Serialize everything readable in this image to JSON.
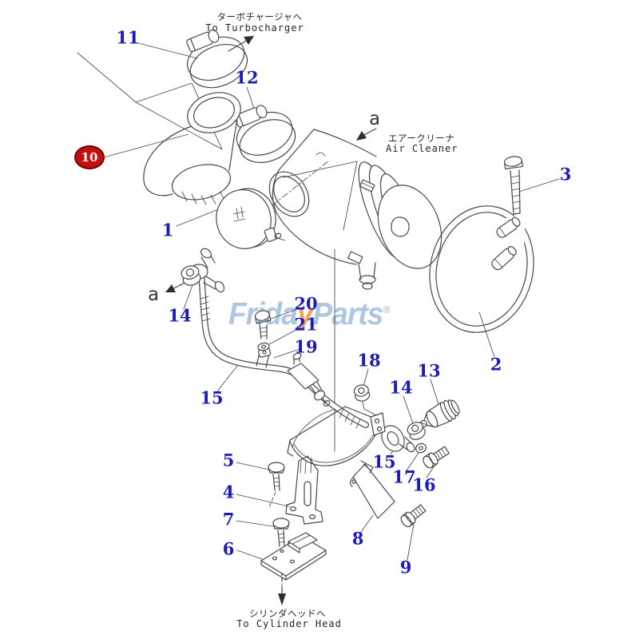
{
  "diagram": {
    "title": "Air cleaner assembly exploded parts diagram",
    "annotations": {
      "to_turbocharger_jp": "ターボチャージャへ",
      "to_turbocharger_en": "To Turbocharger",
      "air_cleaner_jp": "エアークリーナ",
      "air_cleaner_en": "Air Cleaner",
      "to_cylinder_head_jp": "シリンダヘッドへ",
      "to_cylinder_head_en": "To Cylinder Head",
      "view_a_top": "a",
      "view_a_side": "a"
    },
    "callouts": [
      {
        "part": "11"
      },
      {
        "part": "12"
      },
      {
        "part": "1"
      },
      {
        "part": "3"
      },
      {
        "part": "2"
      },
      {
        "part": "14"
      },
      {
        "part": "15"
      },
      {
        "part": "20"
      },
      {
        "part": "21"
      },
      {
        "part": "19"
      },
      {
        "part": "18"
      },
      {
        "part": "13"
      },
      {
        "part": "14"
      },
      {
        "part": "15"
      },
      {
        "part": "17"
      },
      {
        "part": "16"
      },
      {
        "part": "5"
      },
      {
        "part": "4"
      },
      {
        "part": "7"
      },
      {
        "part": "6"
      },
      {
        "part": "8"
      },
      {
        "part": "9"
      }
    ],
    "highlight_callout": {
      "part": "10"
    },
    "watermark": {
      "part1": "Frida",
      "accent": "y",
      "part2": "Parts",
      "reg": "®"
    },
    "colors": {
      "callout_blue": "#1c1cb8",
      "highlight_red": "#c41010",
      "line_gray": "#474747",
      "watermark_blue": "#a9c3e2",
      "watermark_orange": "#f0a24c"
    }
  }
}
